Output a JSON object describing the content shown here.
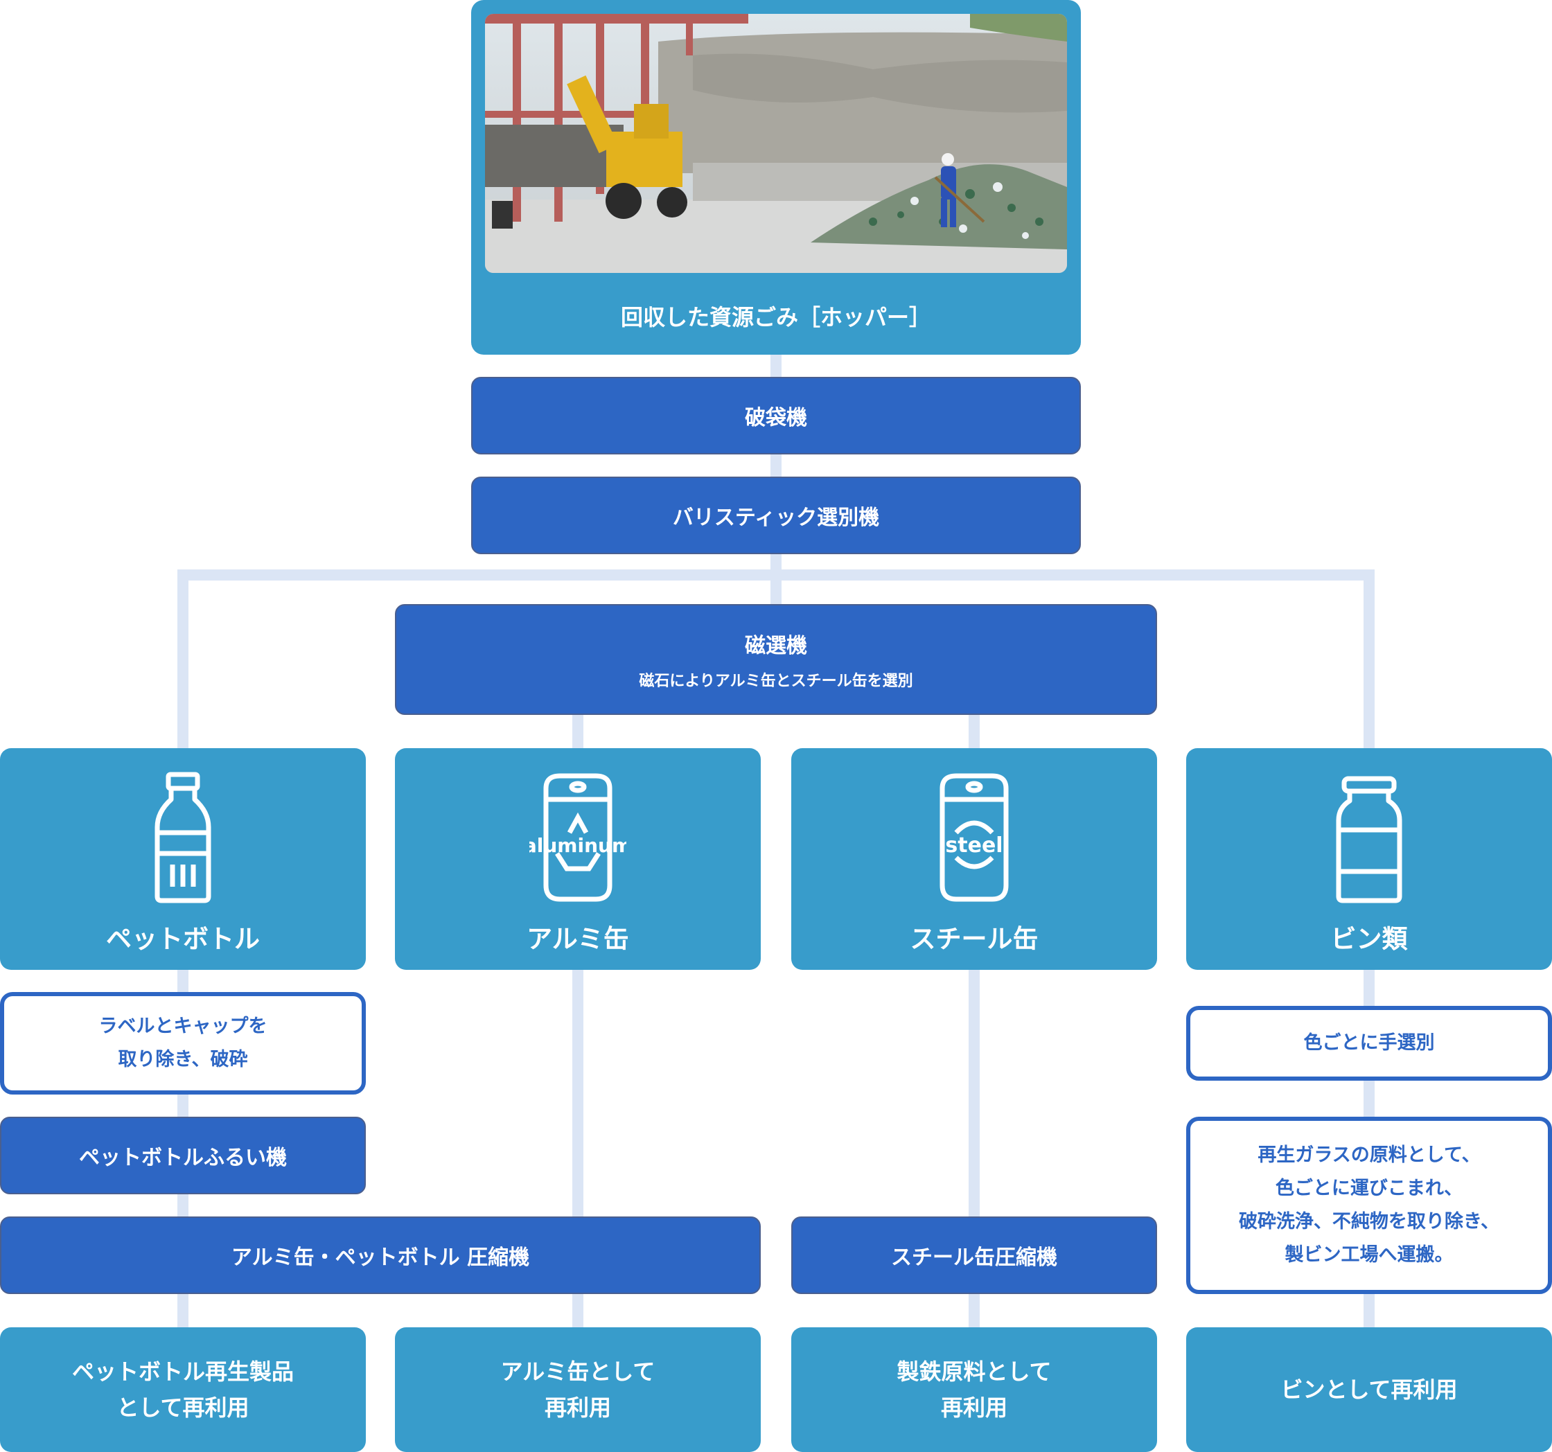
{
  "hopper": {
    "label": "回収した資源ごみ［ホッパー］",
    "photo_icon": "recycling-plant-photo"
  },
  "machines": {
    "bag_breaker": "破袋機",
    "ballistic": "バリスティック選別機",
    "magnetic_title": "磁選機",
    "magnetic_sub": "磁石によりアルミ缶とスチール缶を選別",
    "pet_sieve": "ペットボトルふるい機",
    "alu_pet_press": "アルミ缶・ペットボトル 圧縮機",
    "steel_press": "スチール缶圧縮機"
  },
  "categories": [
    {
      "label": "ペットボトル",
      "icon": "pet-bottle-icon"
    },
    {
      "label": "アルミ缶",
      "icon": "aluminum-can-icon",
      "icon_text": "aluminum"
    },
    {
      "label": "スチール缶",
      "icon": "steel-can-icon",
      "icon_text": "steel"
    },
    {
      "label": "ビン類",
      "icon": "glass-bottle-icon"
    }
  ],
  "steps": {
    "pet_step_line1": "ラベルとキャップを",
    "pet_step_line2": "取り除き、破砕",
    "bin_step": "色ごとに手選別",
    "glass_line1": "再生ガラスの原料として、",
    "glass_line2": "色ごとに運びこまれ、",
    "glass_line3": "破砕洗浄、不純物を取り除き、",
    "glass_line4": "製ビン工場へ運搬。"
  },
  "results": {
    "pet_line1": "ペットボトル再生製品",
    "pet_line2": "として再利用",
    "alu_line1": "アルミ缶として",
    "alu_line2": "再利用",
    "steel_line1": "製鉄原料として",
    "steel_line2": "再利用",
    "bin": "ビンとして再利用"
  },
  "colors": {
    "dark_blue": "#2d66c4",
    "light_blue": "#389ccb",
    "connector": "#dbe5f5"
  }
}
